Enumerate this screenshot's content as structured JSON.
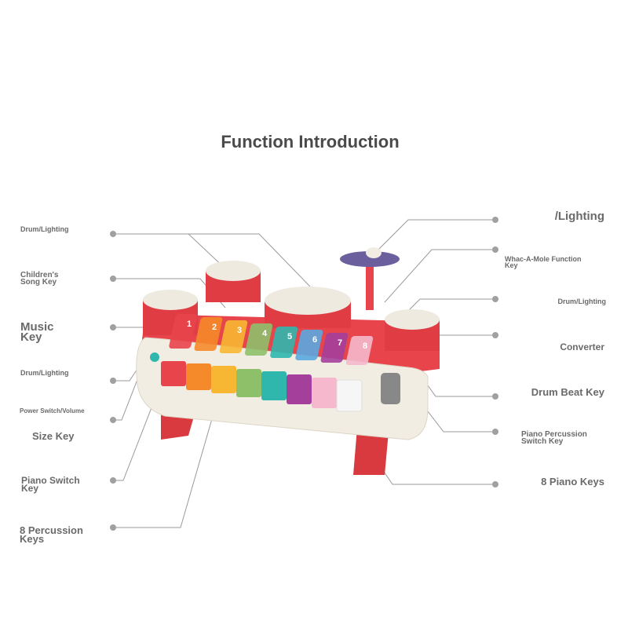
{
  "title": "Function Introduction",
  "left_labels": [
    "Drum/Lighting",
    "Children's\n Song Key",
    "Music\n Key",
    "Drum/Lighting",
    "Power Switch/Volume",
    "Size Key",
    "Piano Switch\n Key",
    "8 Percussion\n Keys"
  ],
  "right_labels": [
    "/Lighting",
    "Whac-A-Mole Function\n Key",
    "Drum/Lighting",
    "Converter",
    "Drum Beat Key",
    "Piano Percussion\n Switch Key",
    "8 Piano Keys"
  ],
  "xylophone_numbers": [
    "1",
    "2",
    "3",
    "4",
    "5",
    "6",
    "7",
    "8"
  ],
  "colors": {
    "body_red": "#e8444b",
    "cream": "#f1ede2",
    "leader": "#9a9a9a",
    "cymbal": "#6b5f9e"
  }
}
